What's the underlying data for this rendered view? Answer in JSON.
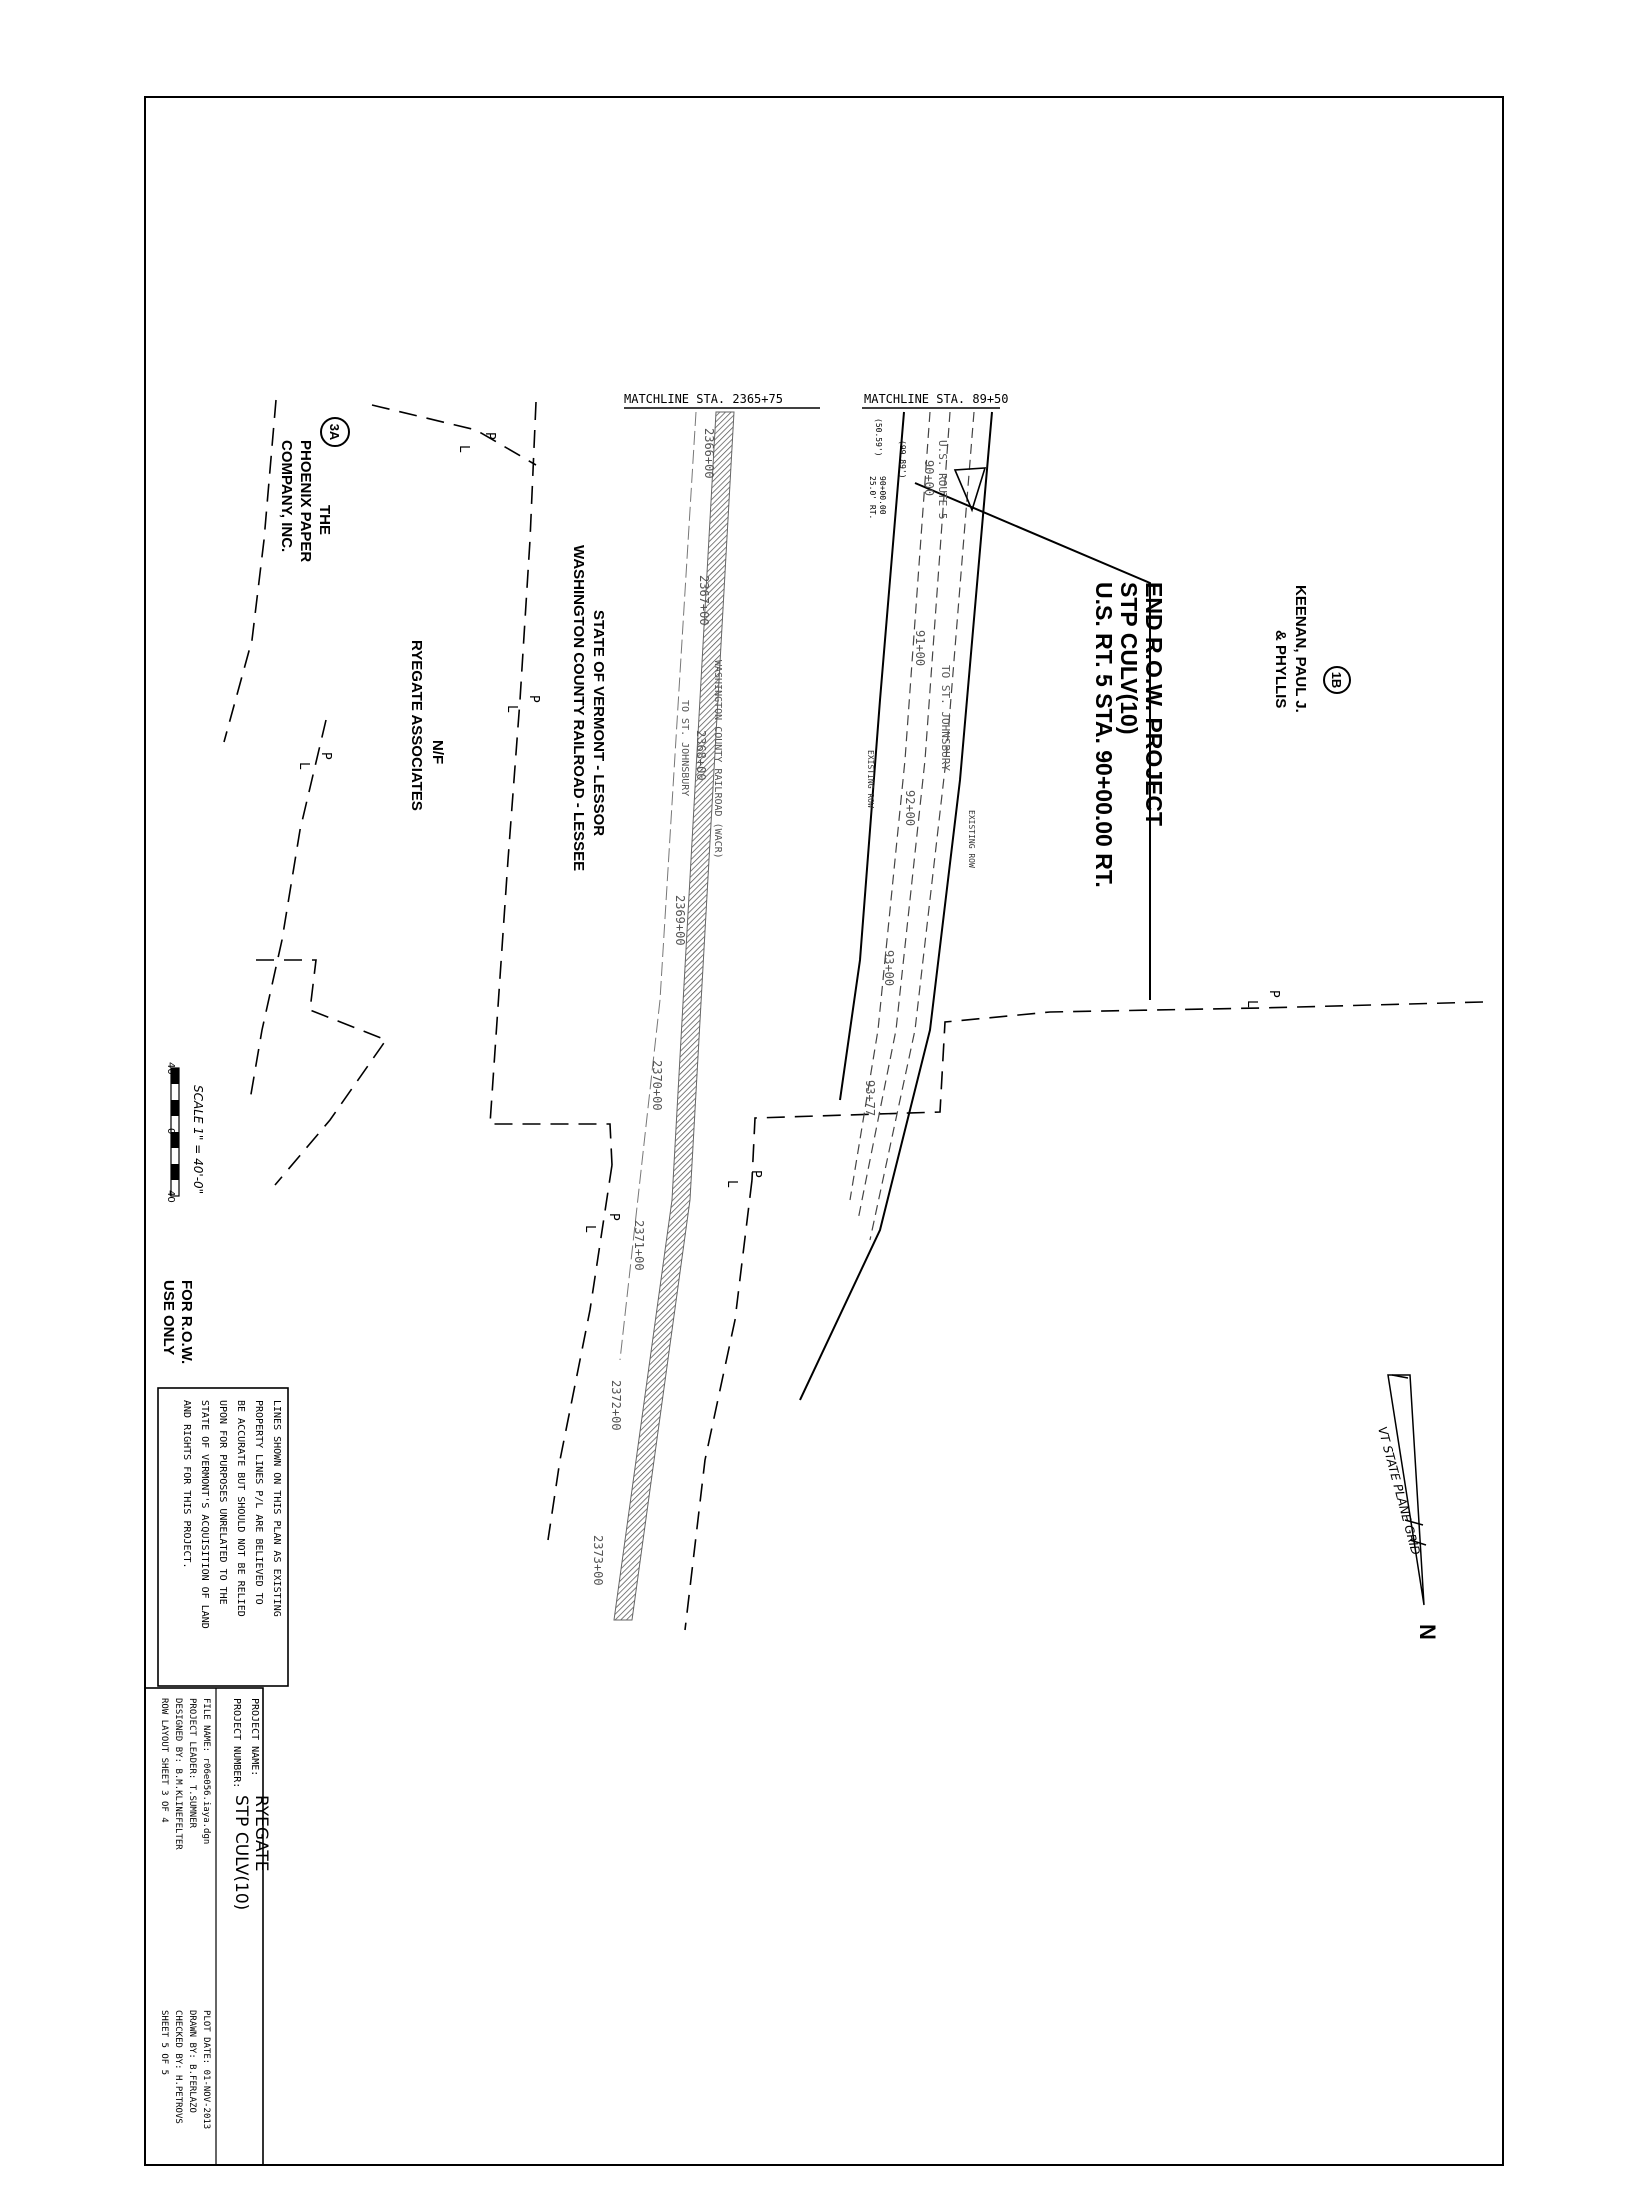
{
  "owner_1b": {
    "id": "1B",
    "line1": "KEENAN, PAUL J.",
    "line2": "& PHYLLIS"
  },
  "owner_3a": {
    "id": "3A",
    "line1": "THE",
    "line2": "PHOENIX PAPER",
    "line3": "COMPANY, INC."
  },
  "owner_nf": {
    "line1": "N/F",
    "line2": "RYEGATE ASSOCIATES"
  },
  "railroad_owner": {
    "line1": "STATE OF VERMONT - LESSOR",
    "line2": "WASHINGTON COUNTY RAILROAD - LESSEE"
  },
  "project_end": {
    "line1": "END R.O.W. PROJECT",
    "line2": "STP CULV(10)",
    "line3": "U.S. RT. 5 STA. 90+00.00 RT."
  },
  "matchlines": {
    "rail": "MATCHLINE STA. 2365+75",
    "road": "MATCHLINE STA. 89+50"
  },
  "road_stations": [
    "90+00",
    "91+00",
    "92+00",
    "93+00",
    "93+77"
  ],
  "rail_stations": [
    "2366+00",
    "2367+00",
    "2368+00",
    "2369+00",
    "2370+00",
    "2371+00",
    "2372+00",
    "2373+00"
  ],
  "road_labels": {
    "route": "U.S. ROUTE 5",
    "to": "TO ST. JOHNSBURY",
    "existing_row": "EXISTING ROW"
  },
  "rail_labels": {
    "name": "WASHINGTON COUNTY RAILROAD (WACR)",
    "to": "TO ST. JOHNSBURY"
  },
  "row_offsets": {
    "a": "(50.59')",
    "b": "(99.89')",
    "c": "90+00.00",
    "d": "25.0' RT."
  },
  "property_line_marks": {
    "p": "P",
    "l": "L"
  },
  "north_arrow": {
    "label": "VT STATE PLANE GRID",
    "n": "N"
  },
  "scale": {
    "label": "SCALE 1\" = 40'-0\"",
    "left": "40",
    "mid": "0",
    "right": "40"
  },
  "row_use": {
    "line1": "FOR R.O.W.",
    "line2": "USE ONLY"
  },
  "note": {
    "lines": [
      "LINES SHOWN ON THIS PLAN AS EXISTING",
      "PROPERTY LINES P/L ARE BELIEVED TO",
      "BE ACCURATE BUT SHOULD NOT BE RELIED",
      "UPON FOR PURPOSES UNRELATED TO THE",
      "STATE OF VERMONT'S ACQUISITION OF LAND",
      "AND RIGHTS FOR THIS PROJECT."
    ]
  },
  "title_block": {
    "project_name_label": "PROJECT NAME:",
    "project_name": "RYEGATE",
    "project_number_label": "PROJECT NUMBER:",
    "project_number": "STP CULV(10)",
    "file_name": "FILE NAME: r06e056.iaya.dgn",
    "project_leader": "PROJECT LEADER: T.SUMNER",
    "designed_by": "DESIGNED BY:       B.M.KLINEFELTER",
    "row_layout": "ROW LAYOUT SHEET 3 OF 4",
    "plot_date": "PLOT DATE: 01-NOV-2013",
    "drawn_by": "DRAWN BY:  B.FERLAZO",
    "checked_by": "CHECKED BY: H.PETROVS",
    "sheet": "SHEET     5   OF   5"
  }
}
